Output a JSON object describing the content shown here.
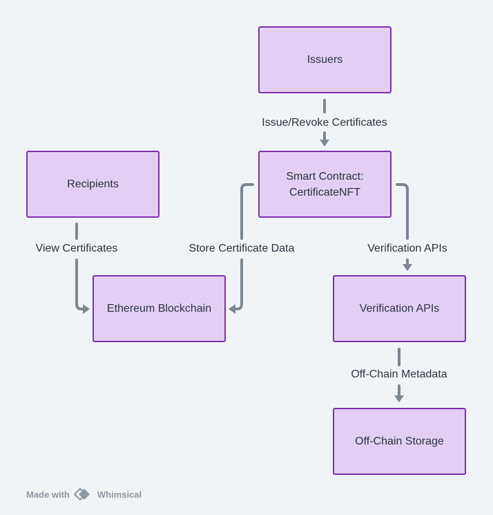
{
  "nodes": {
    "issuers": "Issuers",
    "smart_contract": [
      "Smart Contract:",
      "CertificateNFT"
    ],
    "recipients": "Recipients",
    "ethereum": "Ethereum Blockchain",
    "verification": "Verification APIs",
    "offchain_storage": "Off-Chain Storage"
  },
  "edges": {
    "issue_revoke": "Issue/Revoke Certificates",
    "view": "View Certificates",
    "store": "Store Certificate Data",
    "verification": "Verification APIs",
    "offchain_metadata": "Off-Chain Metadata"
  },
  "footer": {
    "made_with": "Made with",
    "brand": "Whimsical"
  },
  "colors": {
    "node_fill": "#e3cff3",
    "node_border": "#7d2fae",
    "connector": "#7b8793",
    "background": "#f0f4f7"
  }
}
